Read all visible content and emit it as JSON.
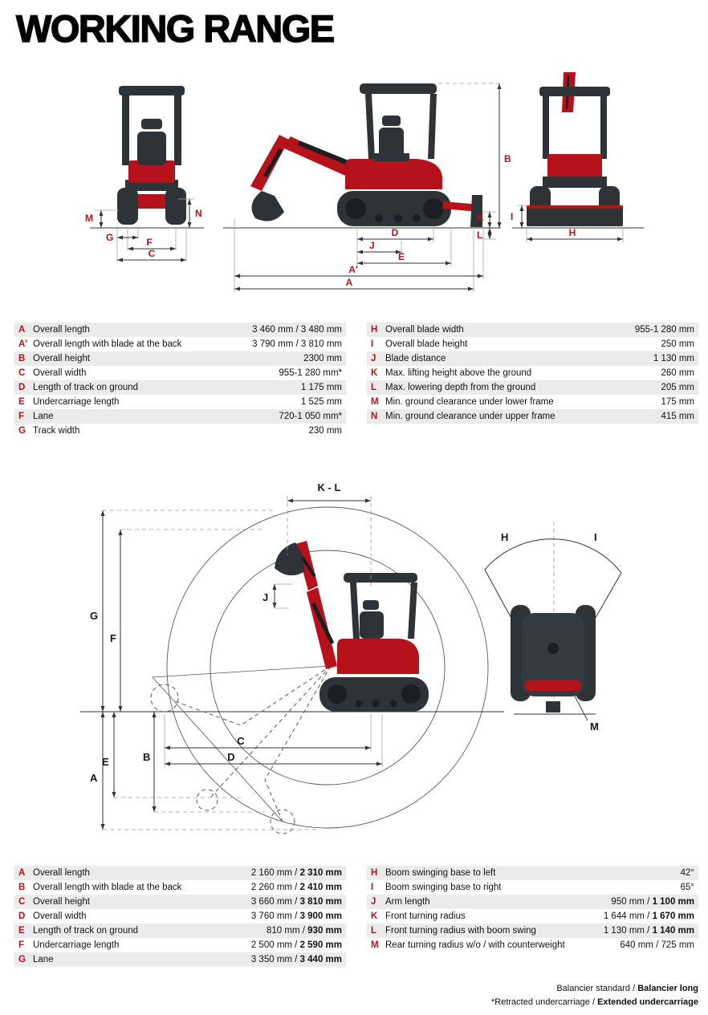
{
  "page": {
    "title": "WORKING RANGE"
  },
  "colors": {
    "accent": "#b5121b",
    "machine_dark": "#2e3337",
    "machine_red": "#b5121b",
    "row_shade": "#ebebeb"
  },
  "diagram1": {
    "labels": {
      "M": "M",
      "G": "G",
      "F": "F",
      "C": "C",
      "N": "N",
      "B": "B",
      "K": "K",
      "L": "L",
      "D": "D",
      "J": "J",
      "E": "E",
      "Ap": "A'",
      "A": "A",
      "I": "I",
      "H": "H"
    }
  },
  "diagram2": {
    "labels": {
      "KL": "K - L",
      "J": "J",
      "G": "G",
      "F": "F",
      "E": "E",
      "B": "B",
      "A": "A",
      "C": "C",
      "D": "D",
      "H": "H",
      "I": "I",
      "M": "M"
    }
  },
  "table1": {
    "left": [
      {
        "key": "A",
        "label": "Overall length",
        "value": "3 460 mm / 3 480 mm"
      },
      {
        "key": "A'",
        "label": "Overall length with blade at the back",
        "value": "3 790 mm / 3 810 mm"
      },
      {
        "key": "B",
        "label": "Overall height",
        "value": "2300 mm"
      },
      {
        "key": "C",
        "label": "Overall width",
        "value": "955-1 280 mm*"
      },
      {
        "key": "D",
        "label": "Length of track on ground",
        "value": "1 175 mm"
      },
      {
        "key": "E",
        "label": "Undercarriage length",
        "value": "1 525 mm"
      },
      {
        "key": "F",
        "label": "Lane",
        "value": "720-1 050 mm*"
      },
      {
        "key": "G",
        "label": "Track width",
        "value": "230 mm"
      }
    ],
    "right": [
      {
        "key": "H",
        "label": "Overall blade width",
        "value": "955-1 280 mm"
      },
      {
        "key": "I",
        "label": "Overall blade height",
        "value": "250 mm"
      },
      {
        "key": "J",
        "label": "Blade distance",
        "value": "1 130 mm"
      },
      {
        "key": "K",
        "label": "Max. lifting height above the ground",
        "value": "260 mm"
      },
      {
        "key": "L",
        "label": "Max. lowering depth from the ground",
        "value": "205 mm"
      },
      {
        "key": "M",
        "label": "Min. ground clearance under lower frame",
        "value": "175 mm"
      },
      {
        "key": "N",
        "label": "Min. ground clearance under upper frame",
        "value": "415 mm"
      }
    ]
  },
  "table2": {
    "left": [
      {
        "key": "A",
        "label": "Overall length",
        "value": "2 160 mm / ",
        "value_bold": "2 310 mm"
      },
      {
        "key": "B",
        "label": "Overall length with blade at the back",
        "value": "2 260 mm / ",
        "value_bold": "2 410 mm"
      },
      {
        "key": "C",
        "label": "Overall height",
        "value": "3 660 mm / ",
        "value_bold": "3 810 mm"
      },
      {
        "key": "D",
        "label": "Overall width",
        "value": "3 760 mm / ",
        "value_bold": "3 900 mm"
      },
      {
        "key": "E",
        "label": "Length of track on ground",
        "value": "810 mm / ",
        "value_bold": "930 mm"
      },
      {
        "key": "F",
        "label": "Undercarriage length",
        "value": "2 500 mm / ",
        "value_bold": "2 590 mm"
      },
      {
        "key": "G",
        "label": "Lane",
        "value": "3 350 mm / ",
        "value_bold": "3 440 mm"
      }
    ],
    "right": [
      {
        "key": "H",
        "label": "Boom swinging base to left",
        "value": "42°",
        "value_bold": ""
      },
      {
        "key": "I",
        "label": "Boom swinging base to right",
        "value": "65°",
        "value_bold": ""
      },
      {
        "key": "J",
        "label": "Arm length",
        "value": "950 mm / ",
        "value_bold": "1 100 mm"
      },
      {
        "key": "K",
        "label": "Front turning radius",
        "value": "1 644 mm / ",
        "value_bold": "1 670 mm"
      },
      {
        "key": "L",
        "label": "Front turning radius with boom swing",
        "value": "1 130 mm / ",
        "value_bold": "1 140 mm"
      },
      {
        "key": "M",
        "label": "Rear turning radius w/o / with counterweight",
        "value": "640 mm / 725 mm",
        "value_bold": ""
      }
    ]
  },
  "footer": {
    "line1_normal": "Balancier standard / ",
    "line1_bold": "Balancier long",
    "line2_normal": "*Retracted undercarriage / ",
    "line2_bold": "Extended undercarriage"
  }
}
